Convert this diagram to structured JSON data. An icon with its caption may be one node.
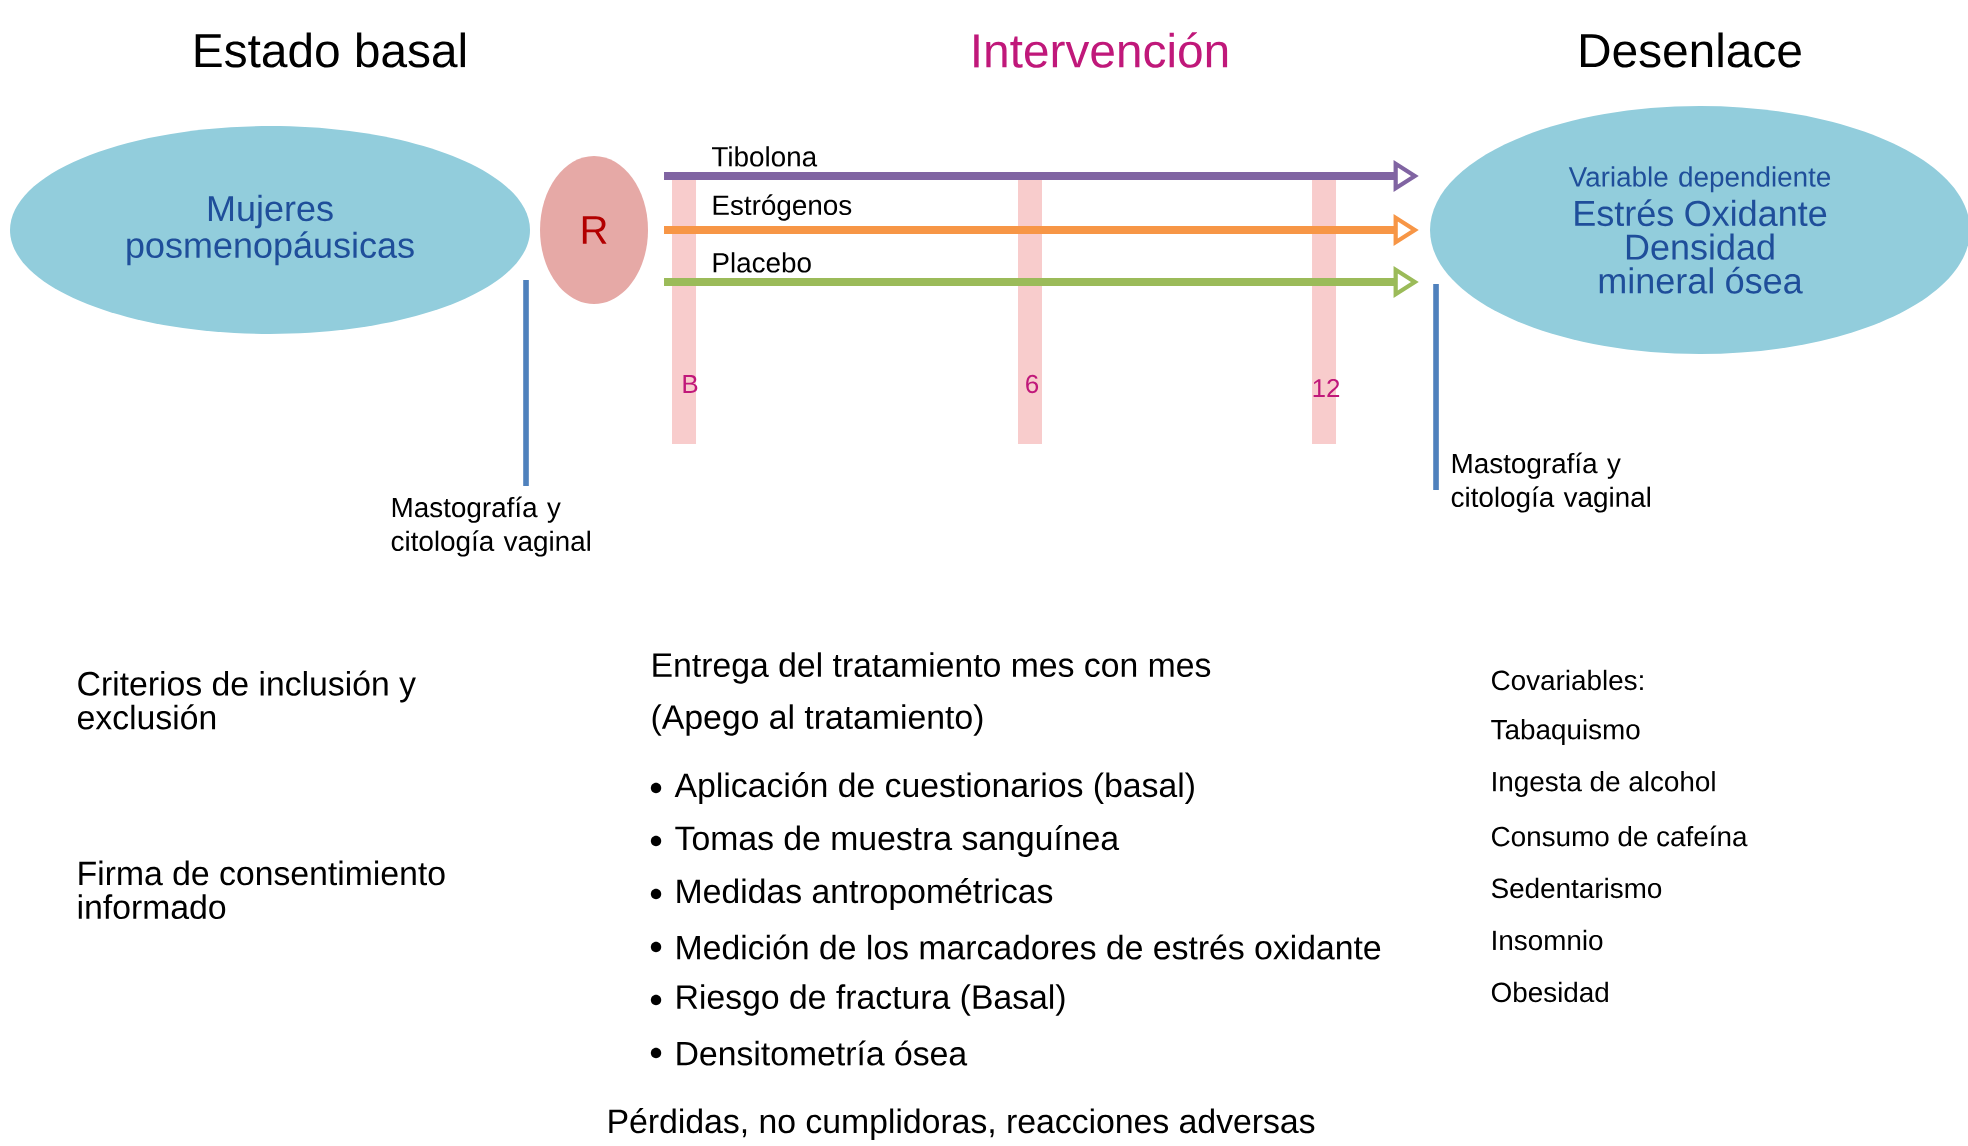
{
  "diagram": {
    "nodes": [
      {
        "text": [
          "Mujeres posmenopáusicas"
        ]
      },
      {
        "text": [
          "R"
        ]
      },
      {
        "text": [
          "Variable dependiente",
          "Estrés Oxidante Densidad mineral ósea"
        ]
      }
    ],
    "edges": [
      {
        "from": 1,
        "to": 2,
        "arrow": "to",
        "label": "Tibolona",
        "color": "#8064a2"
      },
      {
        "from": 1,
        "to": 2,
        "arrow": "to",
        "label": "Estrógenos",
        "color": "#f79646"
      },
      {
        "from": 1,
        "to": 2,
        "arrow": "to",
        "label": "Placebo",
        "color": "#9bbb59"
      }
    ],
    "labels": [
      "Estado basal",
      "Intervención",
      "Desenlace",
      "B",
      "6",
      "12",
      "Mastografía y citología vaginal",
      "Mastografía y citología vaginal",
      "Entrega del tratamiento mes con mes",
      "(Apego al tratamiento)",
      "Criterios de inclusión y exclusión",
      "Firma de consentimiento informado",
      "Aplicación de cuestionarios (basal)",
      "Tomas de muestra sanguínea",
      "Medidas antropométricas",
      "Medición de los marcadores de estrés oxidante",
      "Riesgo de fractura (Basal)",
      "Densitometría ósea",
      "Covariables:",
      "Tabaquismo",
      "Ingesta de alcohol",
      "Consumo de cafeína",
      "Sedentarismo",
      "Insomnio",
      "Obesidad",
      "Pérdidas, no cumplidoras, reacciones adversas"
    ]
  }
}
